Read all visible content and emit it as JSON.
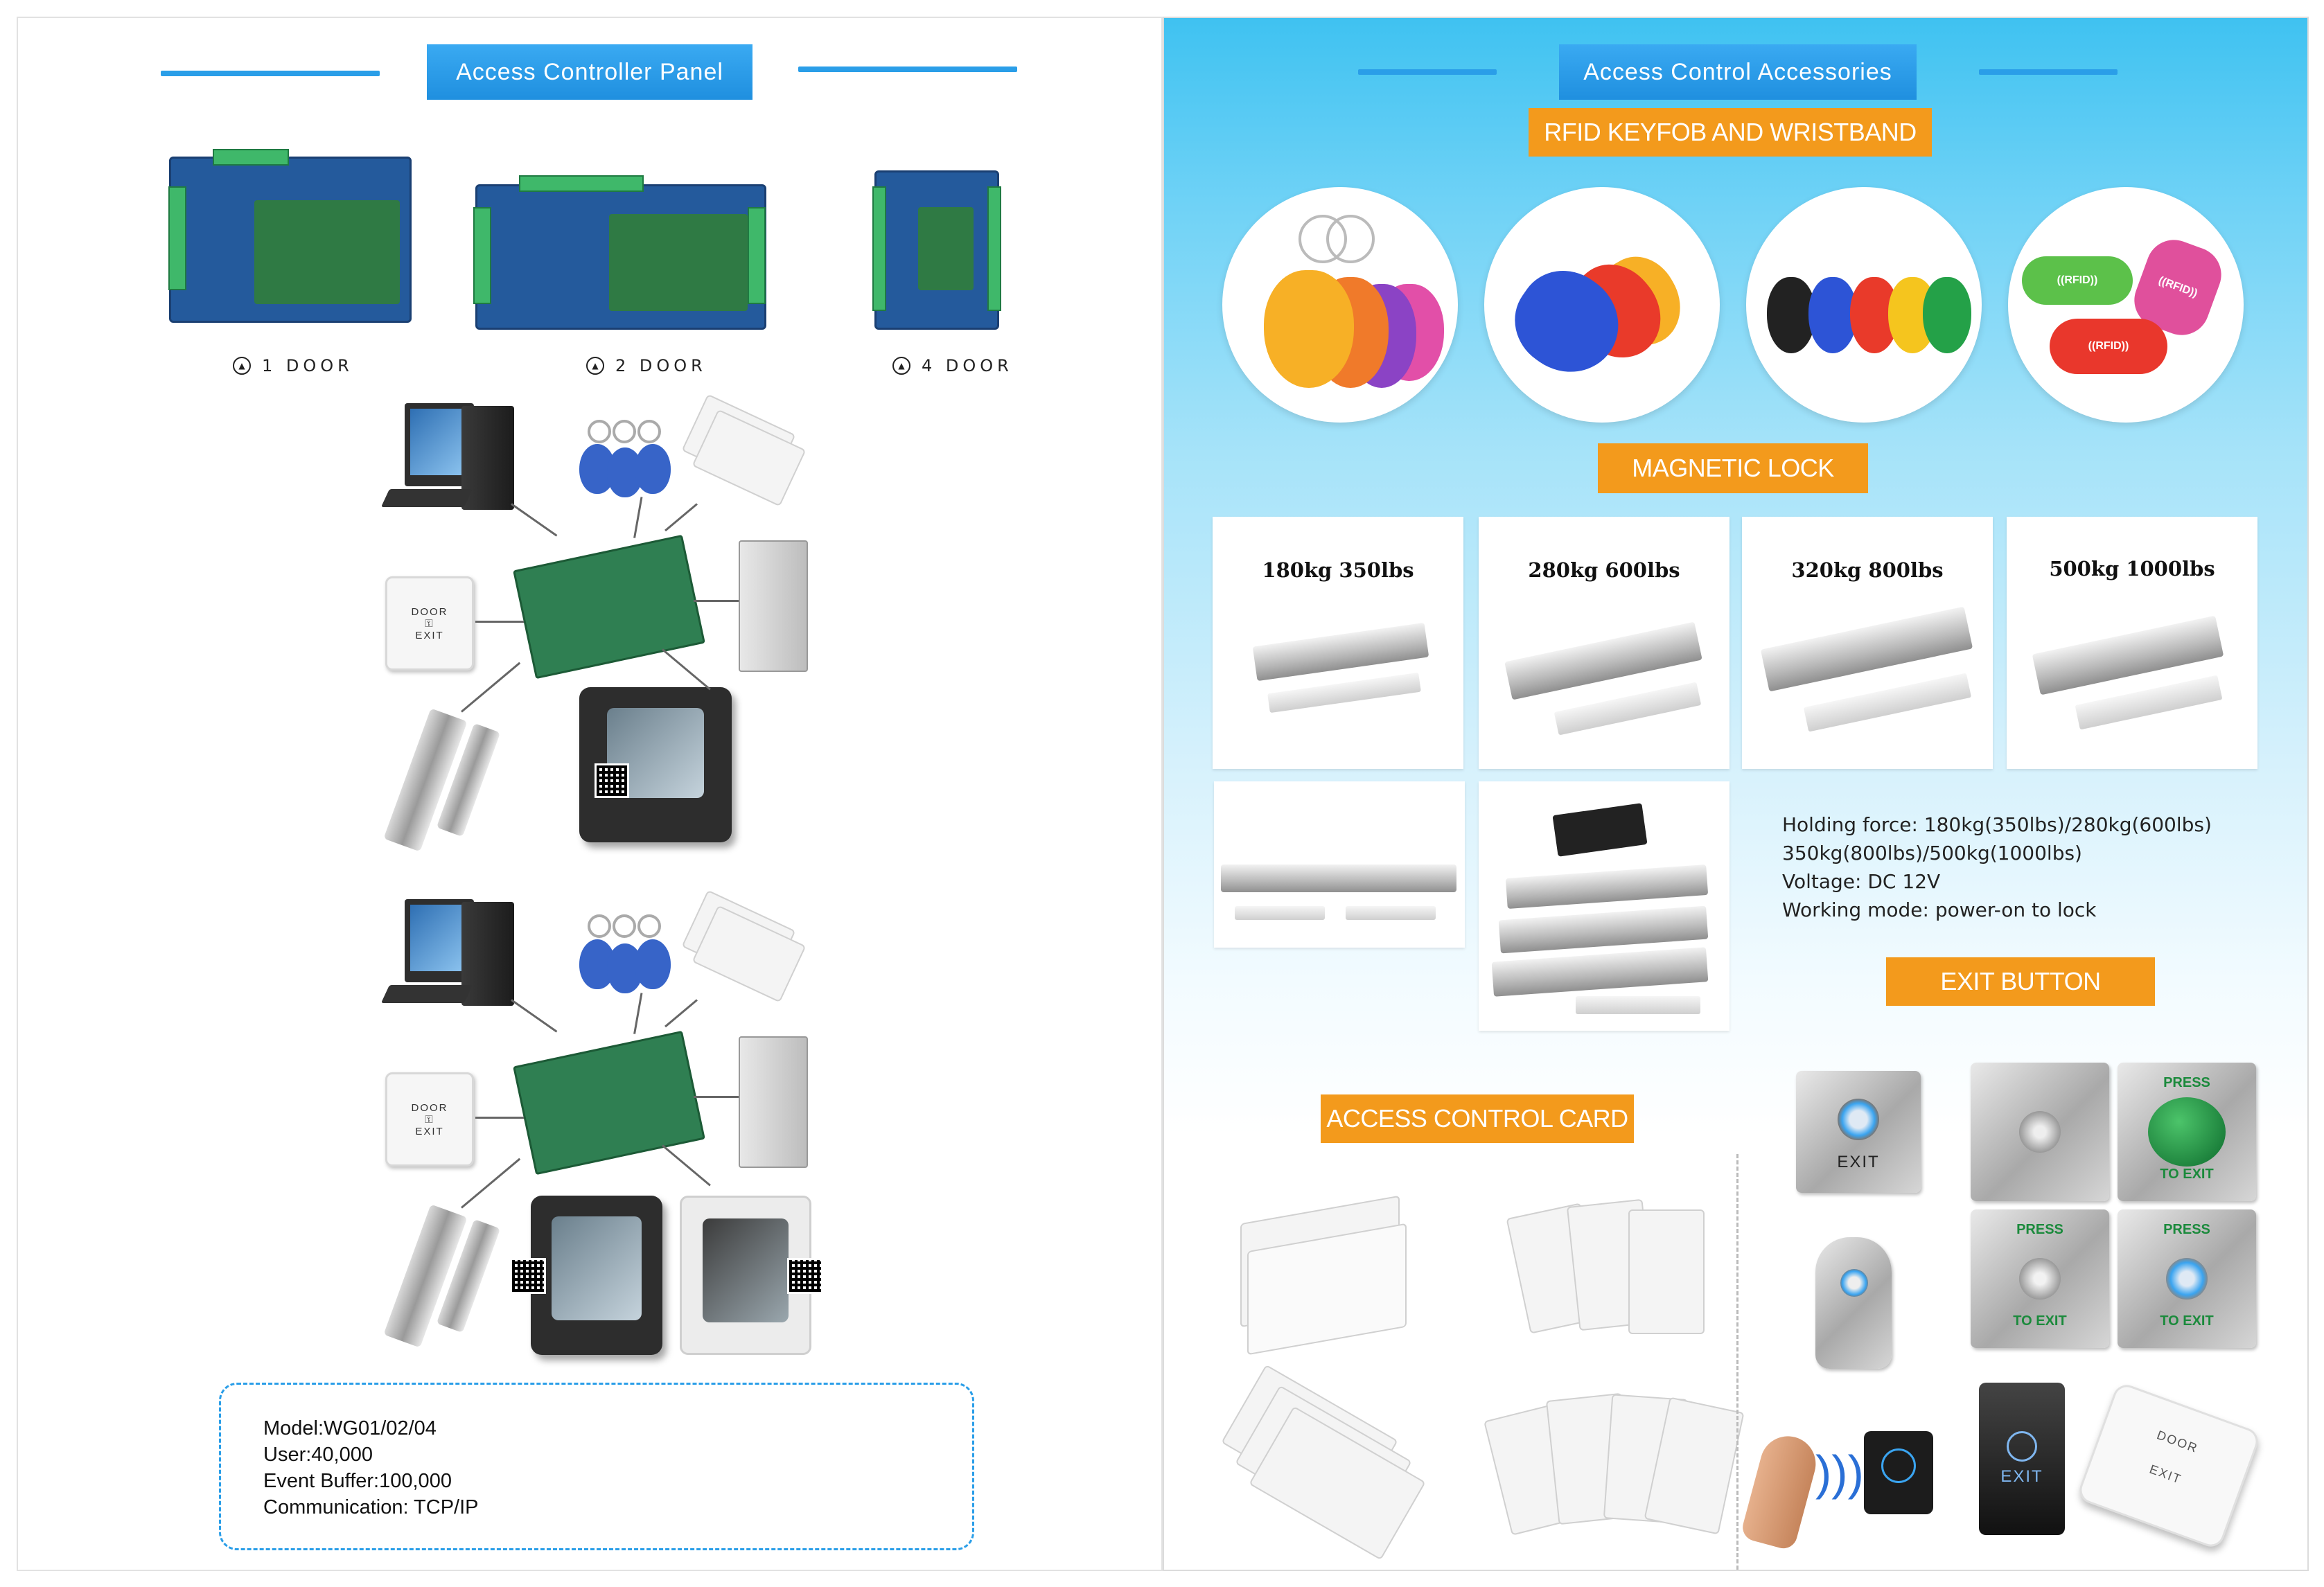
{
  "left": {
    "header": "Access Controller Panel",
    "boards": [
      {
        "label": "1 DOOR"
      },
      {
        "label": "2 DOOR"
      },
      {
        "label": "4 DOOR"
      }
    ],
    "exit_plate": {
      "line1": "DOOR",
      "line2": "EXIT"
    },
    "specs": [
      "Model:WG01/02/04",
      "User:40,000",
      "Event Buffer:100,000",
      "Communication: TCP/IP"
    ]
  },
  "right": {
    "header": "Access Control Accessories",
    "rfid_label": "RFID KEYFOB AND WRISTBAND",
    "wristband_text": "((RFID))",
    "maglock_label": "MAGNETIC LOCK",
    "maglocks": [
      {
        "title": "180kg 350lbs"
      },
      {
        "title": "280kg 600lbs"
      },
      {
        "title": "320kg 800lbs"
      },
      {
        "title": "500kg 1000lbs"
      }
    ],
    "specs": [
      "Holding force: 180kg(350lbs)/280kg(600lbs)",
      "350kg(800lbs)/500kg(1000lbs)",
      "Voltage: DC 12V",
      "Working mode: power-on to lock"
    ],
    "exit_label": "EXIT BUTTON",
    "card_label": "ACCESS CONTROL CARD",
    "exit_buttons": {
      "exit": "EXIT",
      "press": "PRESS",
      "to_exit": "TO EXIT",
      "door": "DOOR"
    }
  },
  "colors": {
    "accent_blue": "#2a9ee8",
    "label_orange": "#f39a1c",
    "pcb_green": "#2f7a44"
  }
}
